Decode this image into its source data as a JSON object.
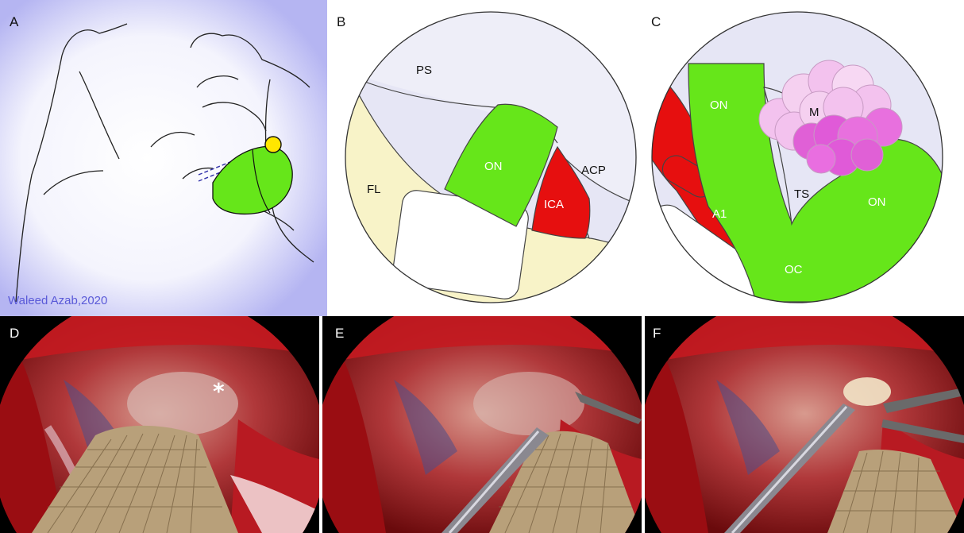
{
  "panels": {
    "a": {
      "label": "A",
      "credit": "Waleed Azab,2020"
    },
    "b": {
      "label": "B",
      "structures": {
        "ps": "PS",
        "fl": "FL",
        "on": "ON",
        "acp": "ACP",
        "ica": "ICA"
      }
    },
    "c": {
      "label": "C",
      "structures": {
        "on_left": "ON",
        "on_right": "ON",
        "m": "M",
        "ts": "TS",
        "a1": "A1",
        "oc": "OC"
      }
    },
    "d": {
      "label": "D",
      "marker": "*"
    },
    "e": {
      "label": "E"
    },
    "f": {
      "label": "F"
    }
  },
  "colors": {
    "optic_nerve": "#66e61a",
    "artery": "#e60f0f",
    "frontal_lobe": "#f8f3c8",
    "planum": "#e6e6f5",
    "meningioma_light": "#f3c2ee",
    "meningioma_dark": "#e05ad8",
    "panel_a_bg": "#b5b5f2",
    "yellow_marker": "#ffe600"
  }
}
